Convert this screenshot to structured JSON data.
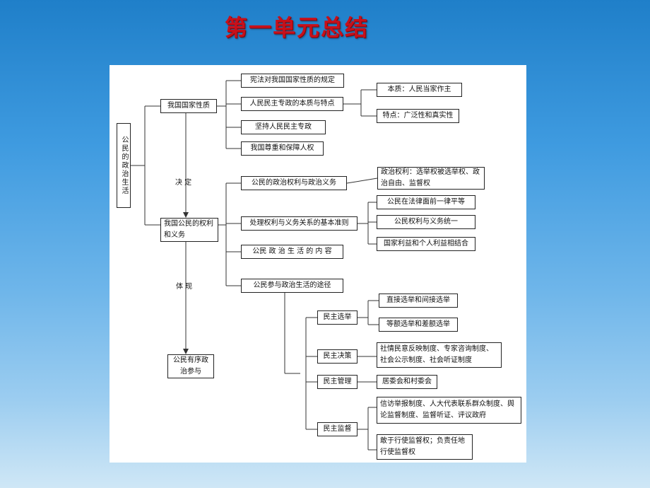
{
  "title": "第一单元总结",
  "root": "公民的政治生活",
  "nodes": {
    "national_nature": "我国国家性质",
    "rights_duties": "我国公民的权利和义务",
    "orderly": "公民有序政治参与",
    "constitution": "宪法对我国国家性质的规定",
    "dictatorship": "人民民主专政的本质与特点",
    "essence": "本质：人民当家作主",
    "features": "特点：广泛性和真实性",
    "uphold": "坚持人民民主专政",
    "human_rights": "我国尊重和保障人权",
    "political_rights": "公民的政治权利与政治义务",
    "political_rights_detail": "政治权利：选举权被选举权、政治自由、监督权",
    "principles": "处理权利与义务关系的基本准则",
    "equal_law": "公民在法律面前一律平等",
    "unity": "公民权利与义务统一",
    "combine": "国家利益和个人利益相结合",
    "content": "公民 政 治 生 活 的 内 容",
    "ways": "公民参与政治生活的途径",
    "election": "民主选举",
    "direct": "直接选举和间接选举",
    "competitive": "等额选举和差额选举",
    "decision": "民主决策",
    "decision_detail": "社情民意反映制度、专家咨询制度、社会公示制度、社会听证制度",
    "management": "民主管理",
    "committees": "居委会和村委会",
    "supervision": "民主监督",
    "supervision_detail": "信访举报制度、人大代表联系群众制度、舆论监督制度、监督听证、评议政府",
    "supervision_attitude": "敢于行使监督权；负责任地行使监督权"
  },
  "labels": {
    "decides": "决  定",
    "embodies": "体 现"
  }
}
